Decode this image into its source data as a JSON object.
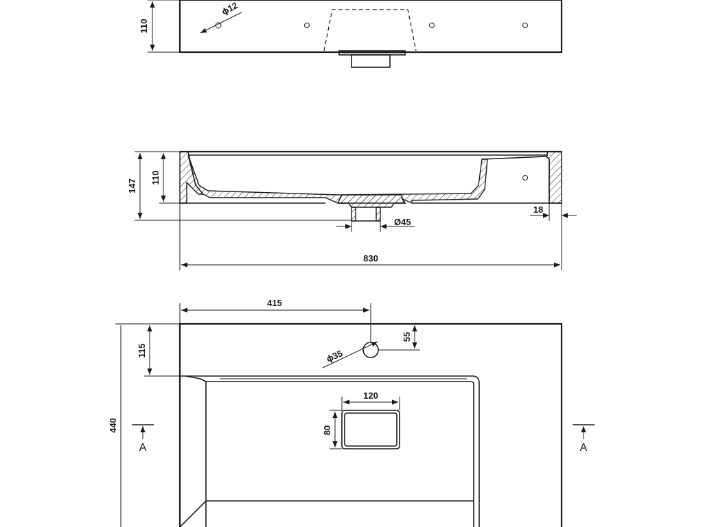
{
  "drawing": {
    "top_view": {
      "hole_diameter_label": "ϕ12",
      "height_label": "110"
    },
    "section_view": {
      "total_height_label": "147",
      "basin_height_label": "110",
      "drain_diameter_label": "Ø45",
      "wall_thickness_label": "18",
      "total_width_label": "830"
    },
    "plan_view": {
      "tap_offset_label": "415",
      "tap_hole_from_edge_label": "55",
      "basin_from_edge_label": "115",
      "tap_hole_diameter_label": "ϕ35",
      "depth_label": "440",
      "drain_width_label": "120",
      "drain_height_label": "80",
      "section_marker_left": "A",
      "section_marker_right": "A"
    }
  },
  "colors": {
    "line": "#1a1a1a",
    "background": "#ffffff"
  }
}
